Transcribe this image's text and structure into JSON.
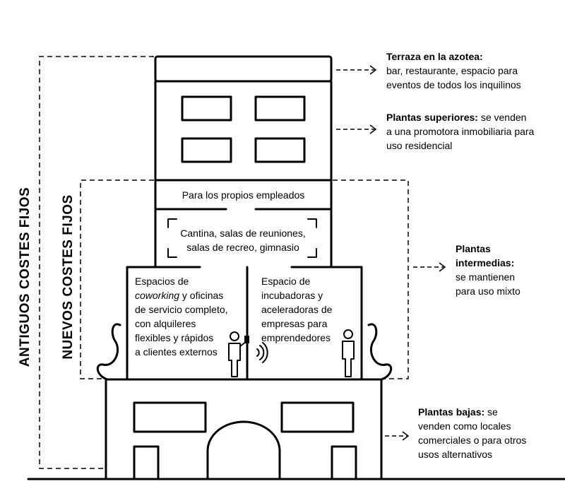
{
  "colors": {
    "line": "#000000",
    "background": "#ffffff"
  },
  "brackets": {
    "old": "ANTIGUOS COSTES FIJOS",
    "new": "NUEVOS COSTES FIJOS"
  },
  "interior": {
    "employees": "Para los propios empleados",
    "canteen_line1": "Cantina, salas de reuniones,",
    "canteen_line2": "salas de recreo, gimnasio",
    "coworking": {
      "line1": "Espacios de",
      "line2_italic": "coworking",
      "line2_rest": " y oficinas",
      "line3": "de servicio completo,",
      "line4": "con alquileres",
      "line5": "flexibles y rápidos",
      "line6": "a clientes externos"
    },
    "incubator": {
      "line1": "Espacio de",
      "line2": "incubadoras y",
      "line3": "aceleradoras de",
      "line4": "empresas para",
      "line5": "emprendedores"
    }
  },
  "callouts": {
    "rooftop": {
      "title": "Terraza en la azotea:",
      "line1": "bar, restaurante, espacio para",
      "line2": "eventos de todos los inquilinos"
    },
    "upper": {
      "title": "Plantas superiores:",
      "title_rest": " se venden",
      "line1": "a una promotora inmobiliaria para",
      "line2": "uso residencial"
    },
    "middle": {
      "title1": "Plantas",
      "title2": "intermedias:",
      "line1": "se mantienen",
      "line2": "para uso mixto"
    },
    "lower": {
      "title": "Plantas bajas:",
      "title_rest": " se",
      "line1": "venden como locales",
      "line2": "comerciales o para otros",
      "line3": "usos alternativos"
    }
  },
  "icons": {
    "person_phone": "person-with-phone-icon",
    "wifi": "wireless-signal-icon",
    "person": "person-icon",
    "arrow": "dashed-arrow-icon"
  }
}
